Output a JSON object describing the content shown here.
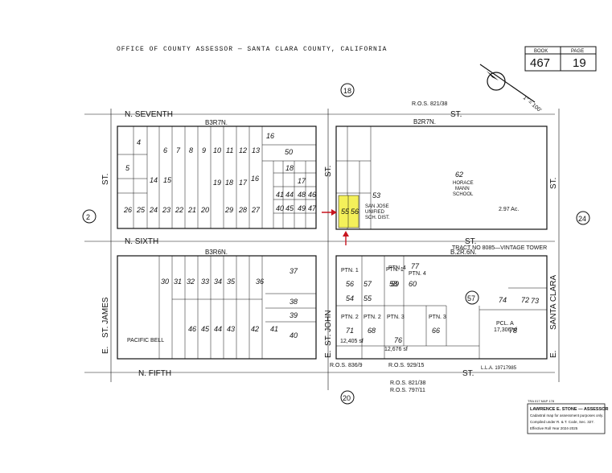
{
  "header": {
    "title": "OFFICE  OF  COUNTY  ASSESSOR  —  SANTA  CLARA  COUNTY,  CALIFORNIA",
    "book_label": "BOOK",
    "book": "467",
    "page_label": "PAGE",
    "page": "19"
  },
  "scale_note": "1\" = 100'",
  "streets": {
    "seventh": "N.  SEVENTH",
    "seventh_st": "ST.",
    "sixth": "N.  SIXTH",
    "sixth_st": "ST.",
    "fifth": "N.  FIFTH",
    "fifth_st": "ST.",
    "st_james": "ST. JAMES",
    "st_james_e": "E.",
    "st_james_st": "ST.",
    "st_john": "ST. JOHN",
    "st_john_e": "E.",
    "st_john_st": "ST.",
    "santa_clara": "SANTA CLARA",
    "santa_clara_e": "E.",
    "santa_clara_st": "ST."
  },
  "circles": {
    "top": "18",
    "left": "2",
    "right": "24",
    "bottom": "20",
    "mid": "57"
  },
  "blocks": {
    "nw": "B3R7N.",
    "ne": "B2R7N.",
    "sw": "B3R6N.",
    "se": "B.2R.6N."
  },
  "ros": {
    "top": "R.O.S. 821/38",
    "bottom1": "R.O.S. 836/9",
    "bottom2": "R.O.S. 929/15",
    "bottom3": "R.O.S. 821/38",
    "bottom4": "R.O.S. 797/11"
  },
  "tract": "TRACT NO 8085—VINTAGE TOWER",
  "lla": "L.L.A. 19717985",
  "school": {
    "parcel": "62",
    "name1": "HORACE",
    "name2": "MANN",
    "name3": "SCHOOL",
    "area": "2.97 Ac."
  },
  "district": {
    "parcel": "53",
    "line1": "SAN JOSE",
    "line2": "UNIFIED",
    "line3": "SCH. DIST."
  },
  "pacific_bell": "PACIFIC  BELL",
  "nw_lots": [
    "4",
    "5",
    "6",
    "7",
    "8",
    "9",
    "10",
    "11",
    "12",
    "13",
    "14",
    "15",
    "16",
    "17",
    "18",
    "19",
    "20",
    "21",
    "22",
    "23",
    "24",
    "25",
    "26",
    "27",
    "28",
    "29"
  ],
  "nw_right_lots": [
    "16",
    "50",
    "17",
    "48",
    "49",
    "18",
    "41",
    "40",
    "44",
    "45",
    "46",
    "47"
  ],
  "sw_lots": [
    "30",
    "31",
    "32",
    "33",
    "34",
    "35",
    "36",
    "37",
    "38",
    "39",
    "40",
    "41",
    "42",
    "43",
    "44",
    "45",
    "46"
  ],
  "se_ptns": [
    {
      "label": "PTN. 1",
      "parcel": "56"
    },
    {
      "label": "PTN. 1",
      "parcel": "58"
    },
    {
      "label": "PTN. 4",
      "parcel": "59"
    },
    {
      "label": "PTN. 4",
      "parcel": "77"
    },
    {
      "label": "PTN. 2",
      "parcel": "71"
    },
    {
      "label": "PTN. 2",
      "parcel": "68"
    },
    {
      "label": "PTN. 3",
      "parcel": "76"
    },
    {
      "label": "PTN. 3",
      "parcel": "66"
    }
  ],
  "se_other": [
    "57",
    "54",
    "55",
    "60",
    "73",
    "78",
    "72",
    "74"
  ],
  "areas": {
    "p71": "12,405 sf",
    "p76": "12,676 sf",
    "p78": "17,306 sf"
  },
  "pcl_a": "PCL. A",
  "highlight_lots": [
    "55",
    "56"
  ],
  "footer": {
    "tra": "TRA 017 MAP 178",
    "line1": "LAWRENCE E. STONE — ASSESSOR",
    "line2": "Cadastral map for assessment purposes only.",
    "line3": "Compiled under R. & T. Code, Sec. 327.",
    "line4": "Effective Roll Year 2024-2025"
  },
  "colors": {
    "highlight": "#f4f05a",
    "arrow": "#c8141e"
  }
}
